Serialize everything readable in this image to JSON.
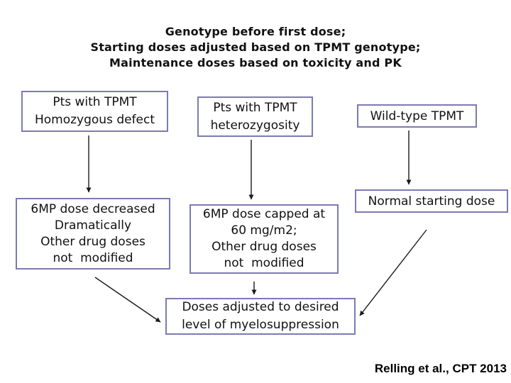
{
  "title": {
    "line1": "Genotype before first dose;",
    "line2": "Starting doses adjusted based on TPMT genotype;",
    "line3": "Maintenance doses based on toxicity and PK"
  },
  "boxes": [
    {
      "name": "pts-with-tpmt-homozygous-defect",
      "lines": [
        "Pts with TPMT",
        "Homozygous defect"
      ]
    },
    {
      "name": "pts-with-tpmt-heterozygosity",
      "lines": [
        "Pts with TPMT",
        "heterozygosity"
      ]
    },
    {
      "name": "wild-type-tpmt",
      "lines": [
        "Wild-type TPMT"
      ]
    },
    {
      "name": "6mp-dose-decreased",
      "lines": [
        "6MP dose decreased",
        "Dramatically",
        "Other drug doses",
        "not  modified"
      ]
    },
    {
      "name": "6mp-dose-capped",
      "lines": [
        "6MP dose capped at",
        "60 mg/m2;",
        "Other drug doses",
        "not  modified"
      ]
    },
    {
      "name": "normal-starting-dose",
      "lines": [
        "Normal starting dose"
      ]
    },
    {
      "name": "doses-adjusted",
      "lines": [
        "Doses adjusted to desired",
        "level of myelosuppression"
      ]
    }
  ],
  "arrows": [
    {
      "name": "arrow-homozygous-to-decreased"
    },
    {
      "name": "arrow-heterozygous-to-capped"
    },
    {
      "name": "arrow-wildtype-to-normal"
    },
    {
      "name": "arrow-decreased-to-adjusted"
    },
    {
      "name": "arrow-capped-to-adjusted"
    },
    {
      "name": "arrow-normal-to-adjusted"
    }
  ],
  "citation": "Relling et al., CPT 2013",
  "colors": {
    "background": "#ffffff",
    "box_border": "#7b7bb2",
    "text": "#111111",
    "arrow": "#1a1a1a"
  }
}
